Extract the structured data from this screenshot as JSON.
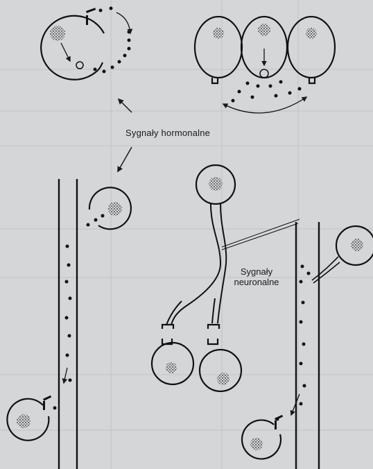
{
  "labels": {
    "hormonal": "Sygnały hormonalne",
    "neuronal_line1": "Sygnały",
    "neuronal_line2": "neuronalne"
  },
  "colors": {
    "background": "#d4d6d7",
    "ink": "#1a1a1a",
    "ghost_grid": "#bfc2c4"
  }
}
